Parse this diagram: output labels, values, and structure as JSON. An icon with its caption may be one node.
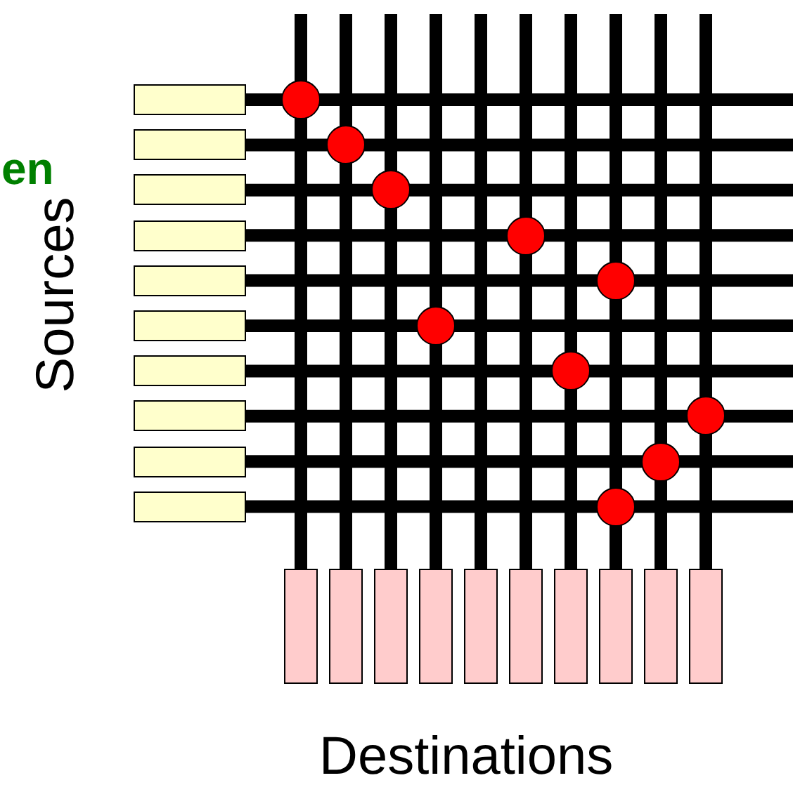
{
  "diagram": {
    "nodes": [
      {
        "text": [],
        "shape": "box"
      },
      {
        "text": [],
        "shape": "box"
      },
      {
        "text": [],
        "shape": "box"
      },
      {
        "text": [],
        "shape": "box"
      },
      {
        "text": [],
        "shape": "box"
      },
      {
        "text": [],
        "shape": "box"
      },
      {
        "text": [],
        "shape": "box"
      },
      {
        "text": [],
        "shape": "box"
      },
      {
        "text": [],
        "shape": "box"
      },
      {
        "text": [],
        "shape": "box"
      },
      {
        "text": [],
        "shape": "box"
      },
      {
        "text": [],
        "shape": "box"
      },
      {
        "text": [],
        "shape": "box"
      },
      {
        "text": [],
        "shape": "box"
      },
      {
        "text": [],
        "shape": "box"
      },
      {
        "text": [],
        "shape": "box"
      },
      {
        "text": [],
        "shape": "box"
      },
      {
        "text": [],
        "shape": "box"
      },
      {
        "text": [],
        "shape": "box"
      },
      {
        "text": [],
        "shape": "box"
      },
      {
        "text": [],
        "shape": "circle"
      },
      {
        "text": [],
        "shape": "circle"
      },
      {
        "text": [],
        "shape": "circle"
      },
      {
        "text": [],
        "shape": "circle"
      },
      {
        "text": [],
        "shape": "circle"
      },
      {
        "text": [],
        "shape": "circle"
      },
      {
        "text": [],
        "shape": "circle"
      },
      {
        "text": [],
        "shape": "circle"
      },
      {
        "text": [],
        "shape": "circle"
      },
      {
        "text": [],
        "shape": "circle"
      }
    ],
    "edges": [
      {
        "from": 0,
        "to": null,
        "arrow": "none"
      },
      {
        "from": 1,
        "to": null,
        "arrow": "none"
      },
      {
        "from": 2,
        "to": null,
        "arrow": "none"
      },
      {
        "from": 3,
        "to": null,
        "arrow": "none"
      },
      {
        "from": 4,
        "to": null,
        "arrow": "none"
      },
      {
        "from": 5,
        "to": null,
        "arrow": "none"
      },
      {
        "from": 6,
        "to": null,
        "arrow": "none"
      },
      {
        "from": 7,
        "to": null,
        "arrow": "none"
      },
      {
        "from": 8,
        "to": null,
        "arrow": "none"
      },
      {
        "from": 9,
        "to": null,
        "arrow": "none"
      },
      {
        "from": 10,
        "to": null,
        "arrow": "none"
      },
      {
        "from": 11,
        "to": null,
        "arrow": "none"
      },
      {
        "from": 12,
        "to": null,
        "arrow": "none"
      },
      {
        "from": 13,
        "to": null,
        "arrow": "none"
      },
      {
        "from": 14,
        "to": null,
        "arrow": "none"
      },
      {
        "from": 15,
        "to": null,
        "arrow": "none"
      },
      {
        "from": 16,
        "to": null,
        "arrow": "none"
      },
      {
        "from": 17,
        "to": null,
        "arrow": "none"
      },
      {
        "from": 18,
        "to": null,
        "arrow": "none"
      },
      {
        "from": 19,
        "to": null,
        "arrow": "none"
      }
    ],
    "labels": [
      "en",
      "Sources",
      "Destinations"
    ]
  }
}
